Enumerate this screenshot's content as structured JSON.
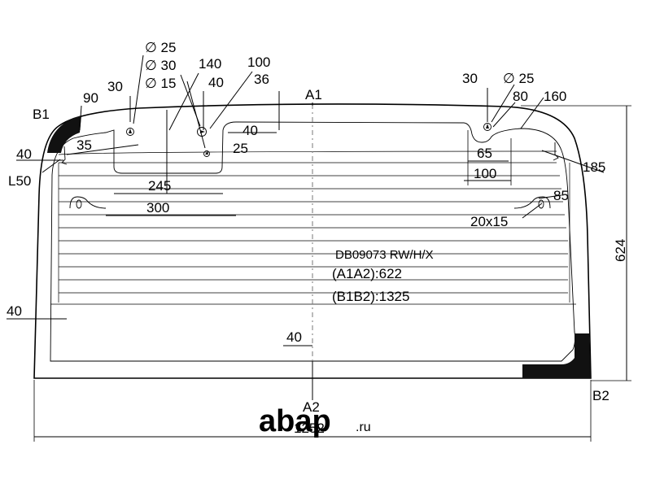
{
  "part_code": "DB09073 RW/H/X",
  "a1a2": "(A1A2):622",
  "b1b2": "(B1B2):1325",
  "points": {
    "a1": "A1",
    "a2": "A2",
    "b1": "B1",
    "b2": "B2"
  },
  "dims": {
    "d_overall_width": "1252",
    "d_overall_height": "624",
    "d_hole_25_left": "∅ 25",
    "d_hole_30": "∅ 30",
    "d_hole_15": "∅ 15",
    "d_140": "140",
    "d_100_top": "100",
    "d_36": "36",
    "d_40_top": "40",
    "d_30_left": "30",
    "d_90": "90",
    "d_35": "35",
    "d_40_notch": "40",
    "d_25": "25",
    "d_245": "245",
    "d_300": "300",
    "d_40_leftside": "40",
    "d_l50": "L50",
    "d_40_left": "40",
    "d_40_bottom": "40",
    "d_30_right": "30",
    "d_hole_25_right": "∅ 25",
    "d_80": "80",
    "d_160": "160",
    "d_65": "65",
    "d_100_right": "100",
    "d_185": "185",
    "d_85": "85",
    "d_20x15": "20x15"
  },
  "watermark": {
    "brand": "abap",
    "suffix": ".ru"
  }
}
